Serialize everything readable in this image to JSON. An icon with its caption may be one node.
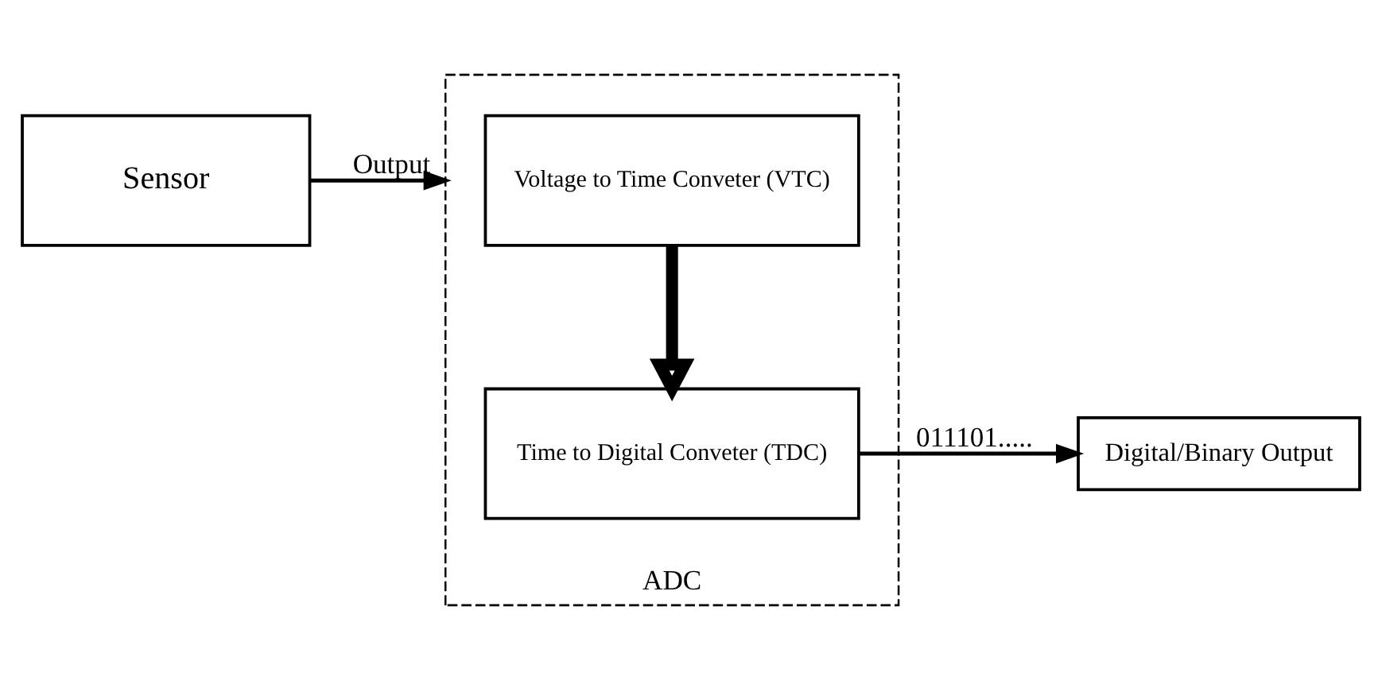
{
  "diagram": {
    "nodes": [
      {
        "text": [
          "Sensor"
        ]
      },
      {
        "text": [
          "ADC"
        ]
      },
      {
        "text": [
          "Voltage to Time Conveter (VTC)"
        ],
        "in": 1
      },
      {
        "text": [
          "Time to Digital Conveter (TDC)"
        ],
        "in": 1
      },
      {
        "text": [
          "Digital/Binary Output"
        ]
      }
    ],
    "edges": [
      {
        "from": 0,
        "to": 1,
        "arrow": "to",
        "label": "Output"
      },
      {
        "from": 2,
        "to": 3,
        "arrow": "to",
        "style": "thick"
      },
      {
        "from": 3,
        "to": 4,
        "arrow": "to",
        "label": "011101....."
      }
    ]
  }
}
